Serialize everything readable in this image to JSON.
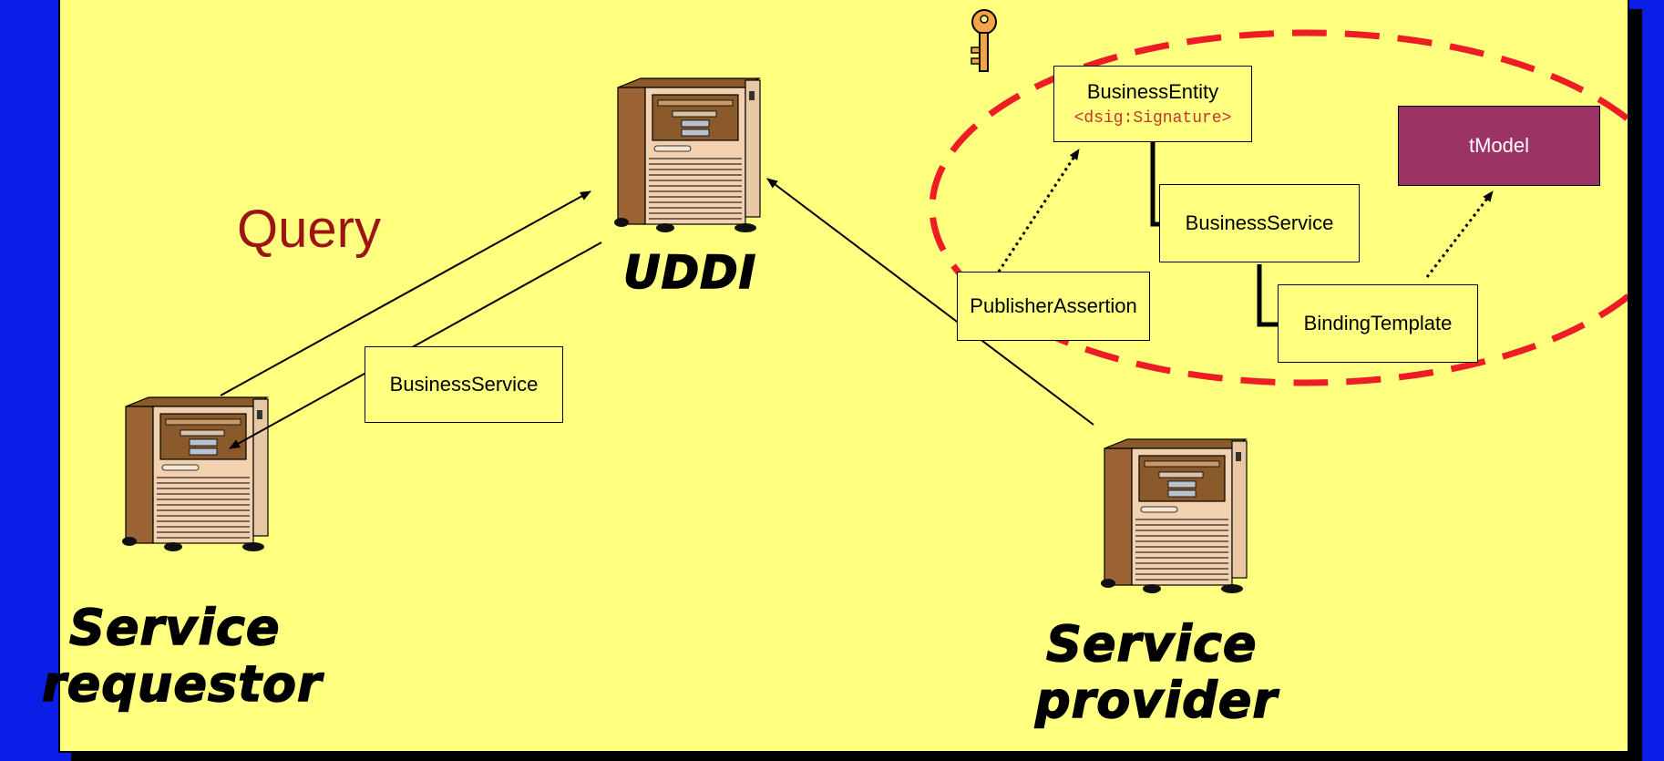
{
  "diagram": {
    "query_label": "Query",
    "uddi_label": "UDDI",
    "requestor_label_line1": "Service",
    "requestor_label_line2": "requestor",
    "provider_label_line1": "Service",
    "provider_label_line2": "provider",
    "boxes": {
      "business_service_query": "BusinessService",
      "business_entity": "BusinessEntity",
      "signature": "<dsig:Signature>",
      "business_service": "BusinessService",
      "binding_template": "BindingTemplate",
      "publisher_assertion": "PublisherAssertion",
      "tmodel": "tModel"
    },
    "icons": [
      "server-icon",
      "key-icon"
    ],
    "colors": {
      "background": "#0a1ee6",
      "slide": "#ffff80",
      "query_text": "#9c1414",
      "tmodel_fill": "#9b3364",
      "signature_text": "#c0392b",
      "dashed_ellipse": "#ee1c24"
    }
  }
}
